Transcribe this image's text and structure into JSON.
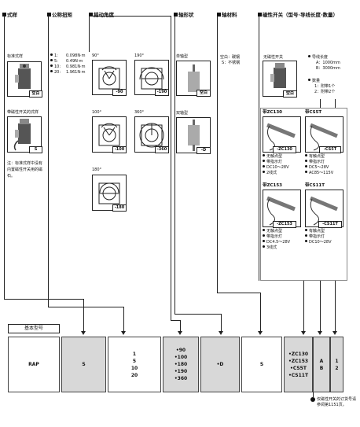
{
  "headers": {
    "style": "式样",
    "torque": "公称扭矩",
    "angle": "摇动角度",
    "shaft": "轴形状",
    "material": "轴材料",
    "switch": "磁性开关（型号·导线长度·数量）"
  },
  "style": {
    "standard_label": "标准式样",
    "standard_tag": "空白",
    "magnet_label": "带磁性开关的式样",
    "magnet_tag": "S",
    "note": "注：标准式样中没有内置磁性开关用的磁石。"
  },
  "torque": {
    "items": [
      {
        "code": "1:",
        "value": "0.098N·m"
      },
      {
        "code": "5:",
        "value": "0.49N·m"
      },
      {
        "code": "10:",
        "value": "0.981N·m"
      },
      {
        "code": "20:",
        "value": "1.961N·m"
      }
    ]
  },
  "angle": {
    "items": [
      {
        "deg": "90°",
        "tag": "-90"
      },
      {
        "deg": "190°",
        "tag": "-190"
      },
      {
        "deg": "100°",
        "tag": "-100"
      },
      {
        "deg": "360°",
        "tag": "-360"
      },
      {
        "deg": "180°",
        "tag": "-180"
      }
    ]
  },
  "shaft": {
    "single_label": "单轴型",
    "single_tag": "空白",
    "double_label": "双轴型",
    "double_tag": "-D"
  },
  "material": {
    "line1": "空白：碳钢",
    "line2": "S：不锈钢"
  },
  "switch": {
    "none_label": "无磁性开关",
    "none_tag": "空白",
    "wire_title": "导线长度",
    "wire_a": "A：1000mm",
    "wire_b": "B：3000mm",
    "qty_title": "数量",
    "qty_1": "1：附带1个",
    "qty_2": "2：附带2个",
    "zc130": {
      "title": "带ZC130",
      "tag": "-ZC130",
      "specs": [
        "无触点型",
        "带指示灯",
        "DC10～28V",
        "2线式"
      ]
    },
    "cs5t": {
      "title": "带CS5T",
      "tag": "-CS5T",
      "specs": [
        "有触点型",
        "带指示灯",
        "DC5～28V",
        "AC85～115V"
      ]
    },
    "zc153": {
      "title": "带ZC153",
      "tag": "-ZC153",
      "specs": [
        "无触点型",
        "带指示灯",
        "DC4.5～28V",
        "3线式"
      ]
    },
    "cs11t": {
      "title": "带CS11T",
      "tag": "-CS11T",
      "specs": [
        "有触点型",
        "带指示灯",
        "DC10～28V"
      ]
    }
  },
  "basic_label": "基本型号",
  "table": {
    "rap": "RAP",
    "s1": "S",
    "torque": "1\n5\n10\n20",
    "angle": "•90\n•100\n•180\n•190\n•360",
    "d": "•D",
    "s2": "S",
    "switch": "•ZC130\n•ZC153\n•CS5T\n•CS11T",
    "ab": "A\nB",
    "qty": "1\n2"
  },
  "footnote": "仅磁性开关的订货号请参阅第1151页。"
}
